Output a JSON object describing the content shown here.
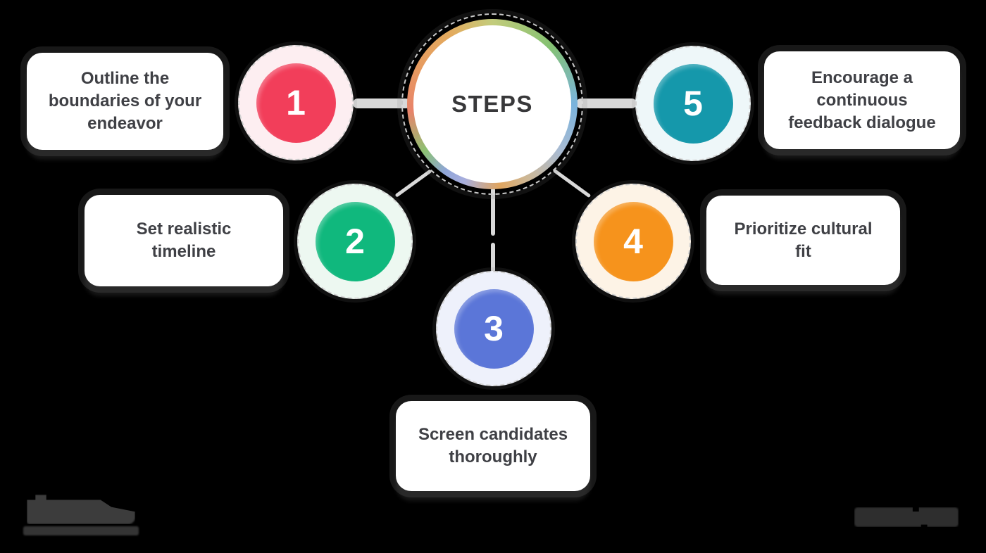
{
  "diagram": {
    "title": "STEPS",
    "background_color": "#000000",
    "connector_color": "#d9d9d9",
    "hub": {
      "label": "STEPS",
      "fill": "#ffffff",
      "border_style": "multicolor-gradient-ring",
      "border_colors": [
        "#c3cc7c",
        "#84c172",
        "#79b3dd",
        "#cdb795",
        "#e0a55f",
        "#8fa5d8",
        "#8cc273",
        "#e8836a",
        "#e79a60"
      ]
    },
    "steps": [
      {
        "number": "1",
        "label": "Outline the boundaries of your endeavor",
        "circle_color": "#f23e5a",
        "ring_color": "#fdeef1",
        "position": "top-left"
      },
      {
        "number": "2",
        "label": "Set realistic timeline",
        "circle_color": "#10b87d",
        "ring_color": "#edf8f1",
        "position": "middle-left"
      },
      {
        "number": "3",
        "label": "Screen candidates thoroughly",
        "circle_color": "#5b76d8",
        "ring_color": "#eef1fb",
        "position": "bottom-center"
      },
      {
        "number": "4",
        "label": "Prioritize cultural fit",
        "circle_color": "#f6931c",
        "ring_color": "#fdf3e6",
        "position": "middle-right"
      },
      {
        "number": "5",
        "label": "Encourage a continuous feedback dialogue",
        "circle_color": "#1598ab",
        "ring_color": "#eef7f9",
        "position": "top-right"
      }
    ],
    "cards": {
      "fill": "#ffffff",
      "text_color": "#3f4045"
    },
    "watermarks": {
      "bottom_left_icon": "logo-silhouette-with-underline",
      "bottom_right_icon": "logo-silhouette"
    }
  }
}
